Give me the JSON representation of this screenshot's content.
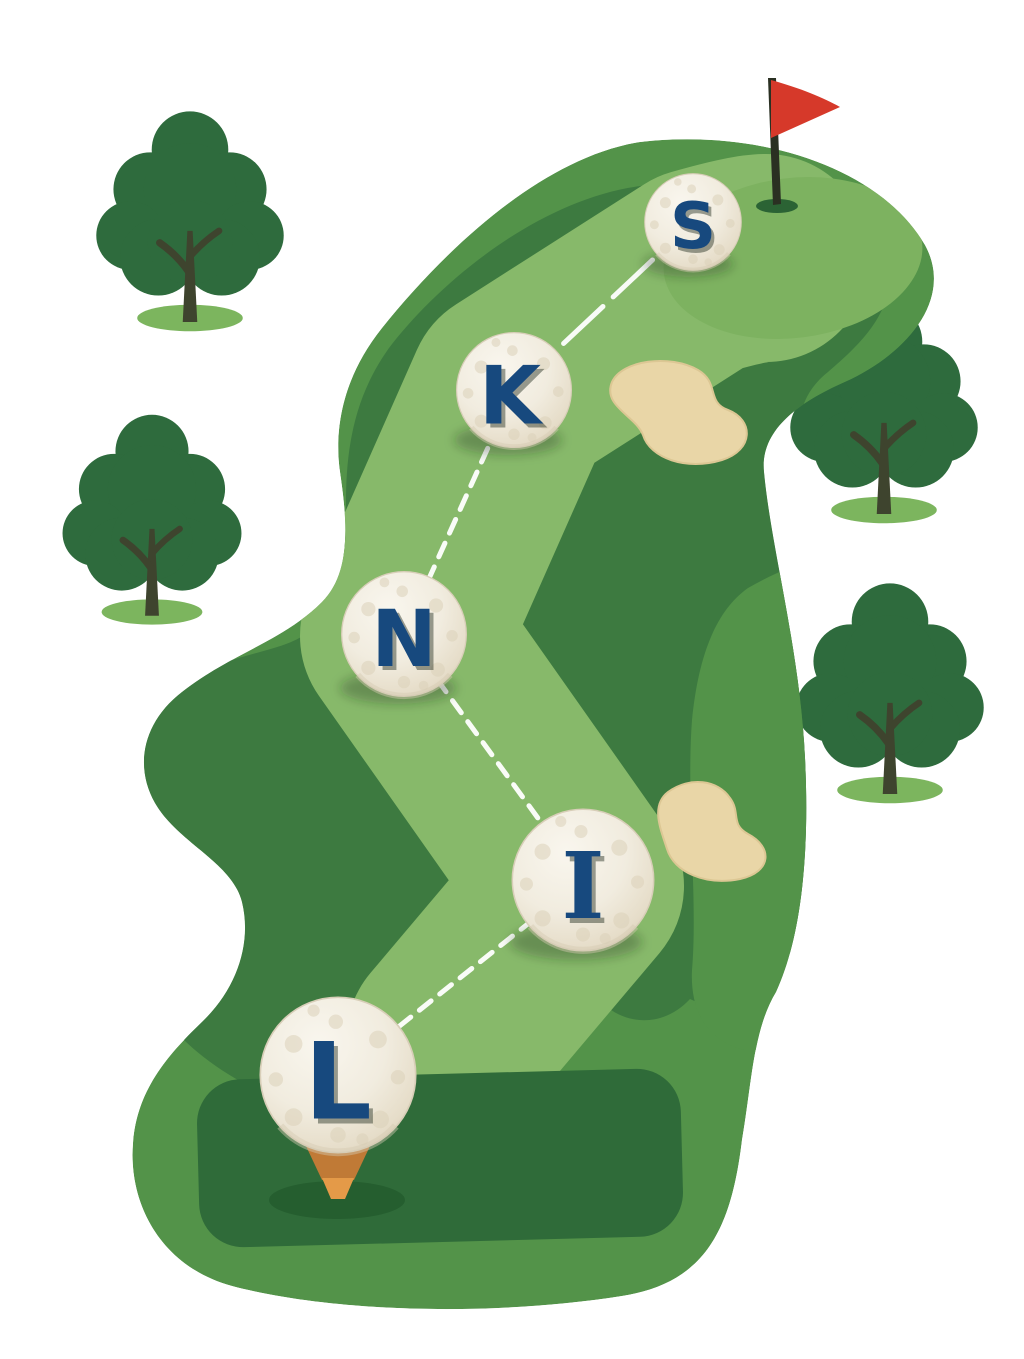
{
  "illustration": {
    "word": "LINKS",
    "description": "golf-hole-illustration",
    "balls": [
      {
        "letter": "L"
      },
      {
        "letter": "I"
      },
      {
        "letter": "N"
      },
      {
        "letter": "K"
      },
      {
        "letter": "S"
      }
    ],
    "colors": {
      "letter_navy": "#17497e",
      "flag_red": "#d6392a",
      "flag_pole": "#2a3022",
      "ball_cream": "#f1ecdf",
      "fairway_light": "#87b96a",
      "green_light": "#7db260",
      "course_medium": "#539349",
      "course_dark": "#3d7a40",
      "tee_box_green": "#2f6b39",
      "hole_green": "#2b6334",
      "bunker_sand": "#e9d6a7",
      "bunker_edge": "#d9c28c",
      "tree_green": "#2e6b3d",
      "trunk_brown": "#3e442e",
      "tree_ground_green": "#7cb55e",
      "tee_orange": "#e49a48",
      "tee_cup_orange": "#c07a36",
      "shot_path_white": "#ffffff"
    }
  }
}
